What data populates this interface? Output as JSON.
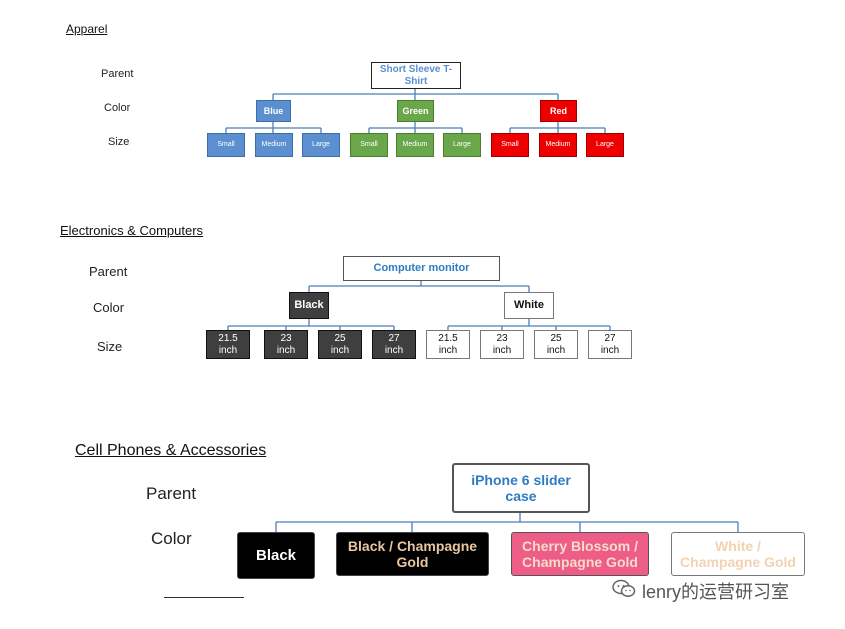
{
  "colors": {
    "blue": "#5b8fd0",
    "green": "#6aa64a",
    "red": "#ee0000",
    "line": "#4a7fb6",
    "dark": "#3f3f3f",
    "black": "#000000",
    "champagne": "#e8c6a2",
    "pink": "#ee5d88"
  },
  "apparel": {
    "title": "Apparel",
    "labels": {
      "parent": "Parent",
      "color": "Color",
      "size": "Size"
    },
    "parent": "Short Sleeve T-Shirt",
    "colors": [
      "Blue",
      "Green",
      "Red"
    ],
    "sizes": [
      "Small",
      "Medium",
      "Large"
    ]
  },
  "electronics": {
    "title": "Electronics & Computers",
    "labels": {
      "parent": "Parent",
      "color": "Color",
      "size": "Size"
    },
    "parent": "Computer monitor",
    "colors": [
      "Black",
      "White"
    ],
    "sizes": [
      "21.5 inch",
      "23 inch",
      "25 inch",
      "27 inch"
    ]
  },
  "phones": {
    "title": "Cell Phones & Accessories",
    "labels": {
      "parent": "Parent",
      "color": "Color"
    },
    "parent": "iPhone 6 slider case",
    "colors": [
      "Black",
      "Black / Champagne Gold",
      "Cherry Blossom / Champagne Gold",
      "White / Champagne Gold"
    ]
  },
  "watermark": "lenry的运营研习室",
  "watermark_icon": "wechat-icon"
}
